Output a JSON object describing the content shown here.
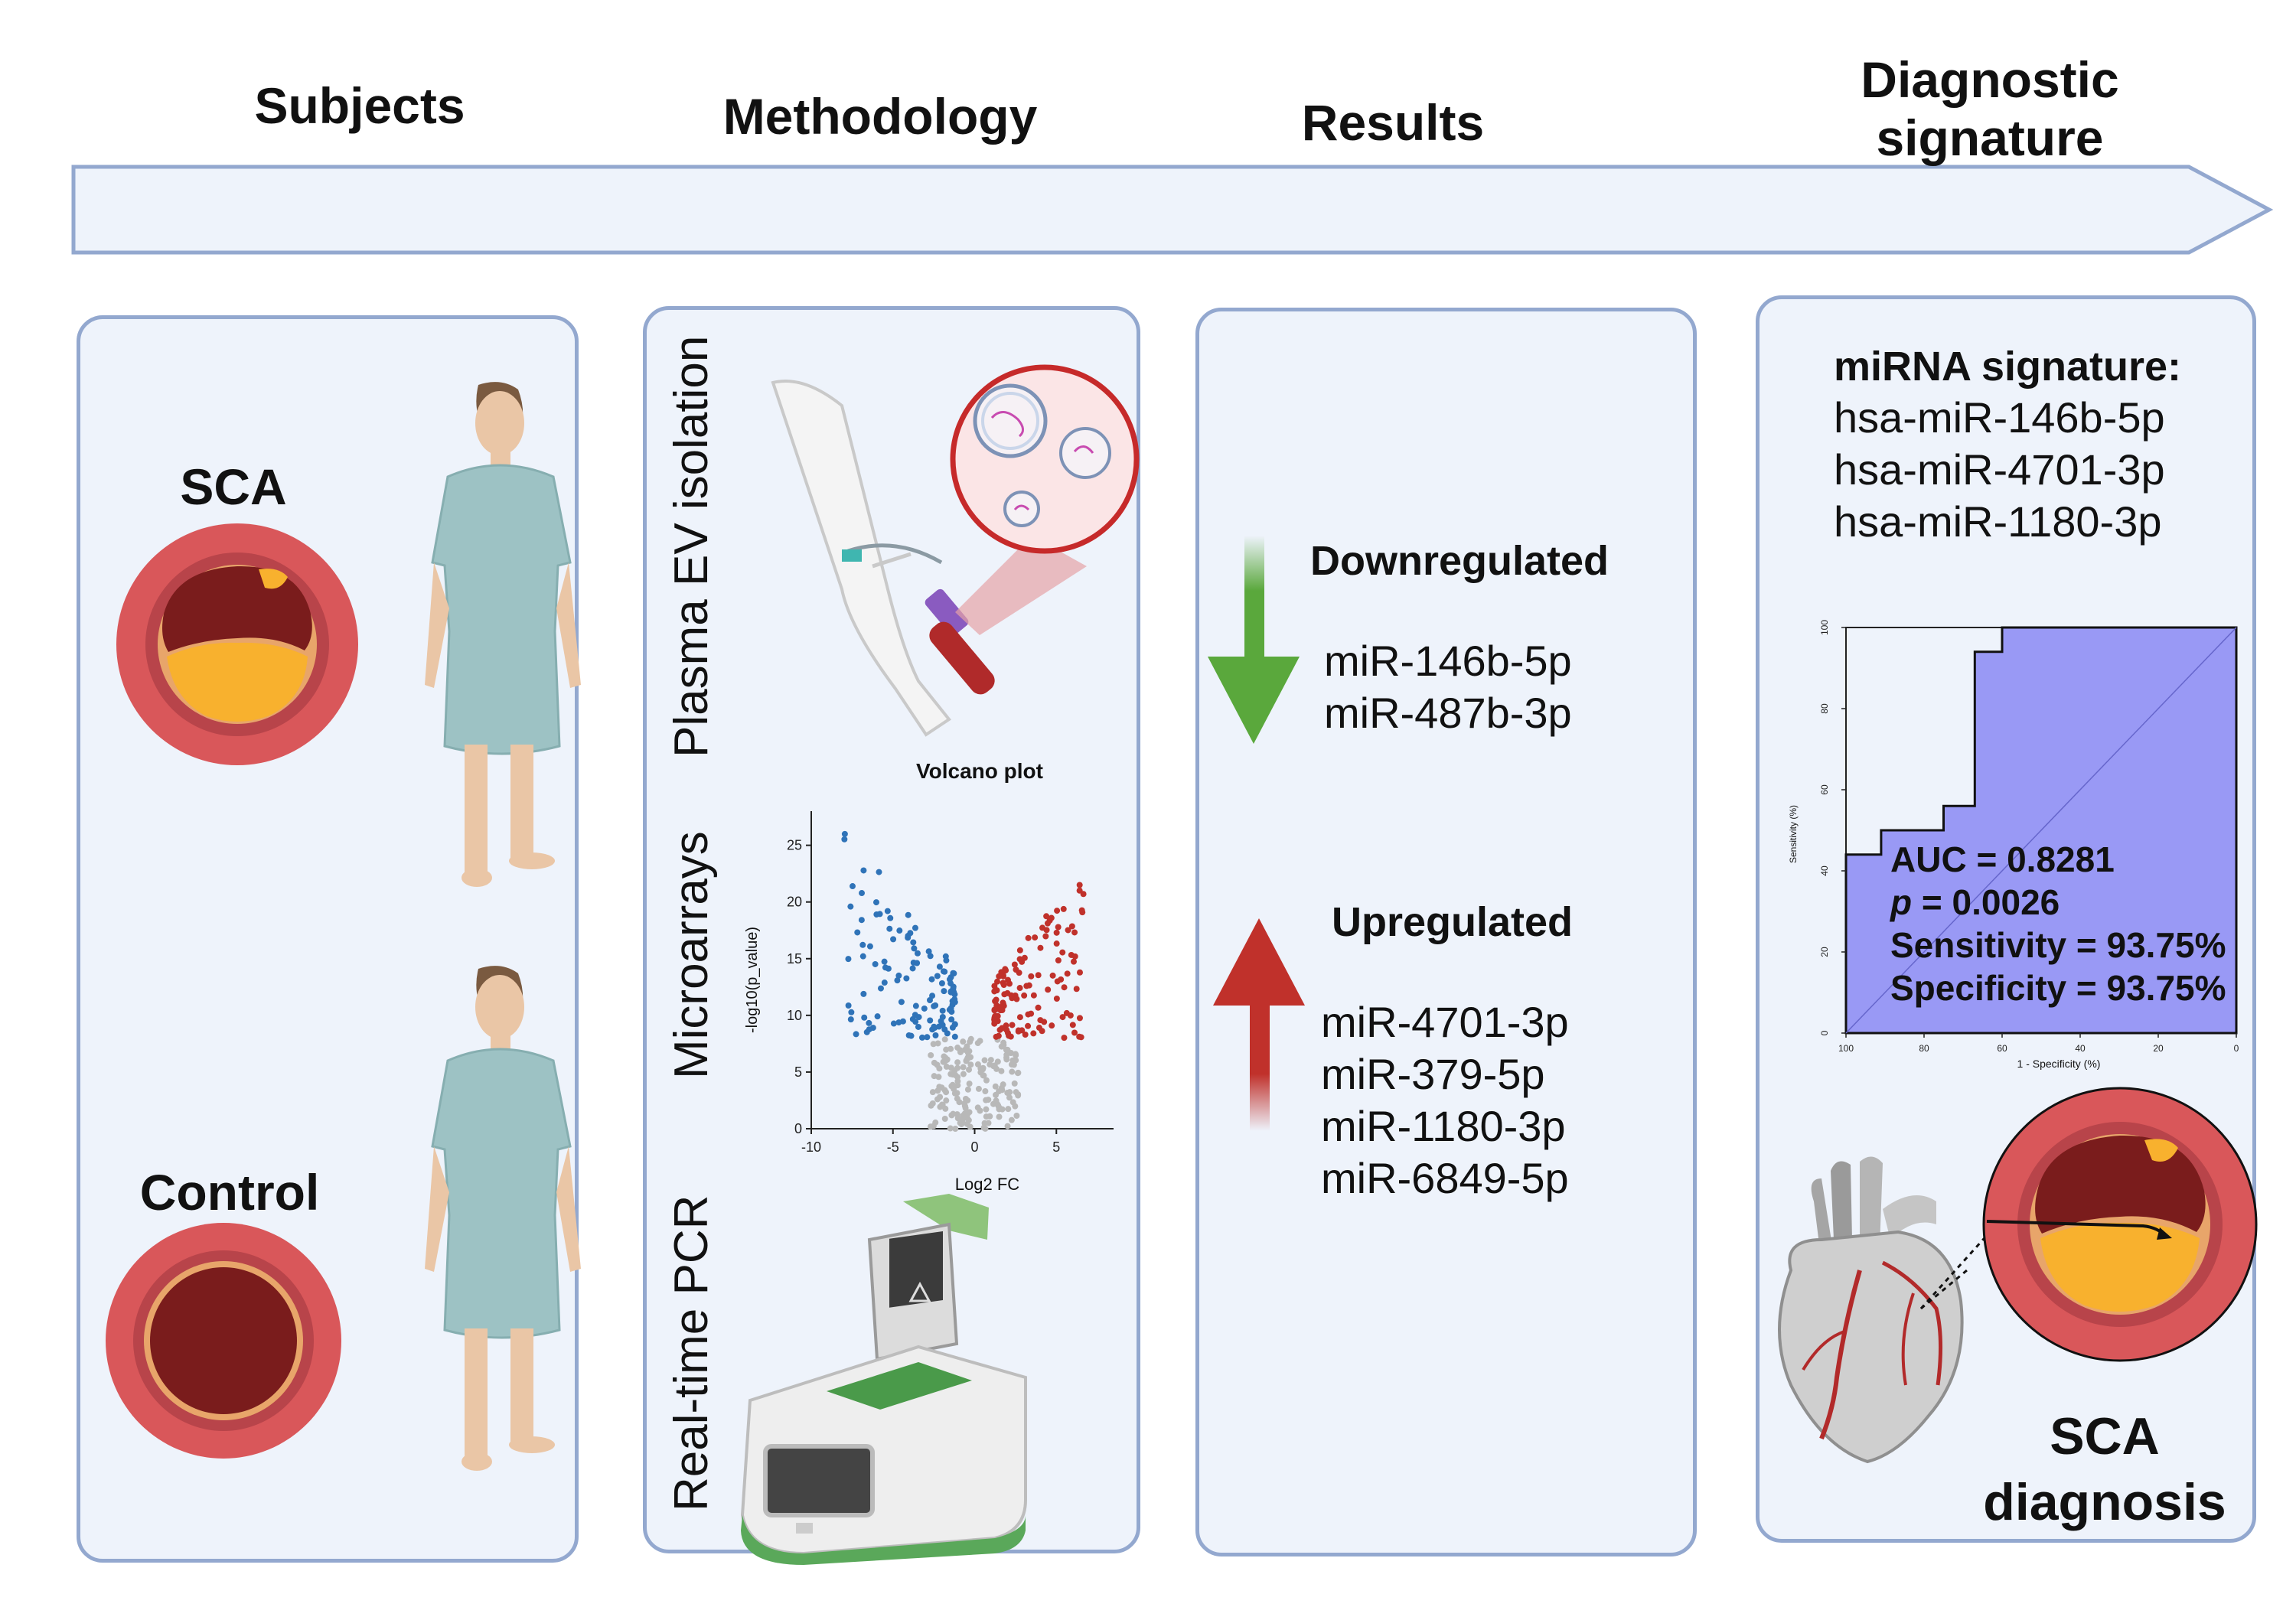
{
  "headers": {
    "subjects": "Subjects",
    "methodology": "Methodology",
    "results": "Results",
    "signature": "Diagnostic signature"
  },
  "subjects": {
    "sca_label": "SCA",
    "control_label": "Control"
  },
  "methodology": {
    "plasma_label": "Plasma EV isolation",
    "microarrays_label": "Microarrays",
    "pcr_label": "Real-time PCR",
    "volcano": {
      "title": "Volcano plot",
      "xlabel": "Log2 FC",
      "ylabel": "-log10(p_value)",
      "xticks": [
        "-10",
        "-5",
        "0",
        "5"
      ],
      "yticks": [
        "0",
        "5",
        "10",
        "15",
        "20",
        "25"
      ]
    }
  },
  "results": {
    "down_title": "Downregulated",
    "down_list": [
      "miR-146b-5p",
      "miR-487b-3p"
    ],
    "up_title": "Upregulated",
    "up_list": [
      "miR-4701-3p",
      "miR-379-5p",
      "miR-1180-3p",
      "miR-6849-5p"
    ],
    "colors": {
      "down": "#5aa83c",
      "up": "#c0312b"
    }
  },
  "signature": {
    "title": "miRNA signature:",
    "list": [
      "hsa-miR-146b-5p",
      "hsa-miR-4701-3p",
      "hsa-miR-1180-3p"
    ],
    "roc": {
      "ylabel": "Sensitivity (%)",
      "xlabel": "1 - Specificity (%)",
      "yticks": [
        "0",
        "20",
        "40",
        "60",
        "80",
        "100"
      ],
      "xticks": [
        "100",
        "80",
        "60",
        "40",
        "20",
        "0"
      ],
      "auc": "AUC = 0.8281",
      "p_symbol": "p",
      "p_value": " = 0.0026",
      "sensitivity": "Sensitivity = 93.75%",
      "specificity": "Specificity = 93.75%",
      "fill_color": "#9999f5"
    },
    "diagnosis_line1": "SCA",
    "diagnosis_line2": "diagnosis"
  },
  "chart_data": {
    "type": "line",
    "title": "",
    "xlabel": "1 - Specificity (%)",
    "ylabel": "Sensitivity (%)",
    "xlim": [
      100,
      0
    ],
    "ylim": [
      0,
      100
    ],
    "series": [
      {
        "x": [
          100,
          100,
          91,
          91,
          75,
          75,
          67,
          67,
          60,
          60,
          0
        ],
        "y": [
          0,
          44,
          44,
          50,
          50,
          56,
          56,
          94,
          94,
          100,
          100
        ]
      }
    ]
  }
}
